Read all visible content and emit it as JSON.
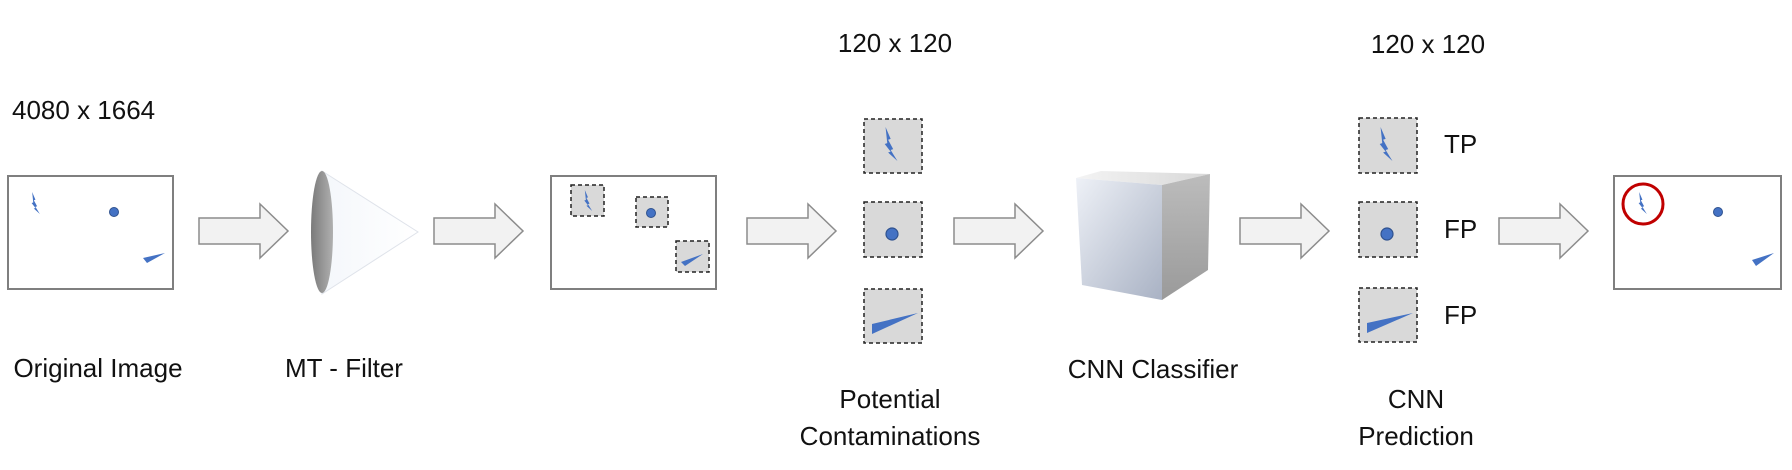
{
  "original": {
    "size_label": "4080 x 1664",
    "caption": "Original Image"
  },
  "filter": {
    "caption": "MT - Filter"
  },
  "potential": {
    "size_label": "120 x 120",
    "caption_line1": "Potential",
    "caption_line2": "Contaminations"
  },
  "classifier": {
    "caption": "CNN Classifier"
  },
  "prediction": {
    "size_label": "120 x 120",
    "caption_line1": "CNN",
    "caption_line2": "Prediction",
    "labels": [
      "TP",
      "FP",
      "FP"
    ]
  },
  "colors": {
    "blob": "#4472c4",
    "patch_fill": "#d9d9d9",
    "arrow_fill": "#f2f2f2",
    "highlight_circle": "#c00000",
    "frame_border": "#7f7f7f"
  }
}
